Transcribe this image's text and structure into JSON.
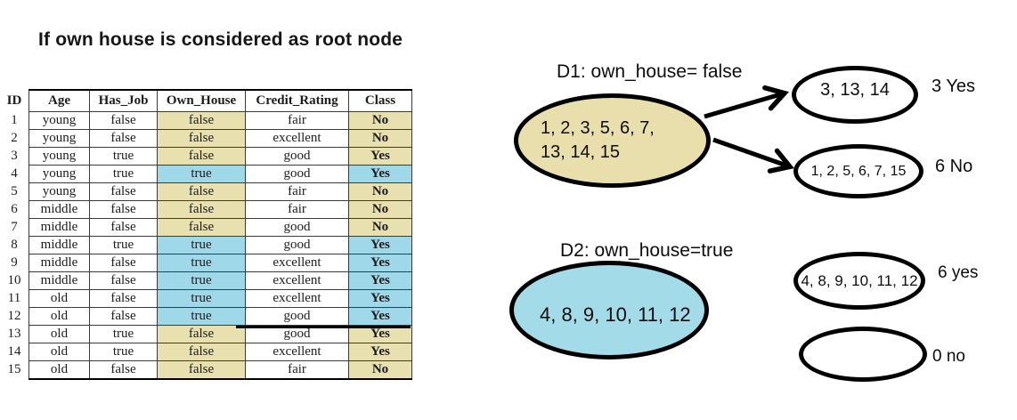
{
  "title": "If own house is considered as root node",
  "colors": {
    "false_highlight": "#E8E0AF",
    "true_highlight": "#9FD8E9",
    "d1_root_fill": "#E8DFAD",
    "d2_root_fill": "#A4DBE9",
    "line": "#000000"
  },
  "table": {
    "id_header": "ID",
    "columns": [
      "Age",
      "Has_Job",
      "Own_House",
      "Credit_Rating",
      "Class"
    ],
    "rows": [
      {
        "id": "1",
        "age": "young",
        "has_job": "false",
        "own_house": "false",
        "credit_rating": "fair",
        "class": "No"
      },
      {
        "id": "2",
        "age": "young",
        "has_job": "false",
        "own_house": "false",
        "credit_rating": "excellent",
        "class": "No"
      },
      {
        "id": "3",
        "age": "young",
        "has_job": "true",
        "own_house": "false",
        "credit_rating": "good",
        "class": "Yes"
      },
      {
        "id": "4",
        "age": "young",
        "has_job": "true",
        "own_house": "true",
        "credit_rating": "good",
        "class": "Yes"
      },
      {
        "id": "5",
        "age": "young",
        "has_job": "false",
        "own_house": "false",
        "credit_rating": "fair",
        "class": "No"
      },
      {
        "id": "6",
        "age": "middle",
        "has_job": "false",
        "own_house": "false",
        "credit_rating": "fair",
        "class": "No"
      },
      {
        "id": "7",
        "age": "middle",
        "has_job": "false",
        "own_house": "false",
        "credit_rating": "good",
        "class": "No"
      },
      {
        "id": "8",
        "age": "middle",
        "has_job": "true",
        "own_house": "true",
        "credit_rating": "good",
        "class": "Yes"
      },
      {
        "id": "9",
        "age": "middle",
        "has_job": "false",
        "own_house": "true",
        "credit_rating": "excellent",
        "class": "Yes"
      },
      {
        "id": "10",
        "age": "middle",
        "has_job": "false",
        "own_house": "true",
        "credit_rating": "excellent",
        "class": "Yes"
      },
      {
        "id": "11",
        "age": "old",
        "has_job": "false",
        "own_house": "true",
        "credit_rating": "excellent",
        "class": "Yes"
      },
      {
        "id": "12",
        "age": "old",
        "has_job": "false",
        "own_house": "true",
        "credit_rating": "good",
        "class": "Yes"
      },
      {
        "id": "13",
        "age": "old",
        "has_job": "true",
        "own_house": "false",
        "credit_rating": "good",
        "class": "Yes"
      },
      {
        "id": "14",
        "age": "old",
        "has_job": "true",
        "own_house": "false",
        "credit_rating": "excellent",
        "class": "Yes"
      },
      {
        "id": "15",
        "age": "old",
        "has_job": "false",
        "own_house": "false",
        "credit_rating": "fair",
        "class": "No"
      }
    ]
  },
  "d1": {
    "label": "D1: own_house= false",
    "root_line1": "1, 2, 3, 5, 6, 7,",
    "root_line2": "13, 14, 15",
    "yes_node": "3, 13, 14",
    "yes_label": "3 Yes",
    "no_node": "1, 2, 5, 6, 7, 15",
    "no_label": "6 No"
  },
  "d2": {
    "label": "D2: own_house=true",
    "root": "4, 8, 9, 10, 11, 12",
    "yes_node": "4, 8, 9, 10, 11, 12",
    "yes_label": "6 yes",
    "no_node": "",
    "no_label": "0 no"
  }
}
